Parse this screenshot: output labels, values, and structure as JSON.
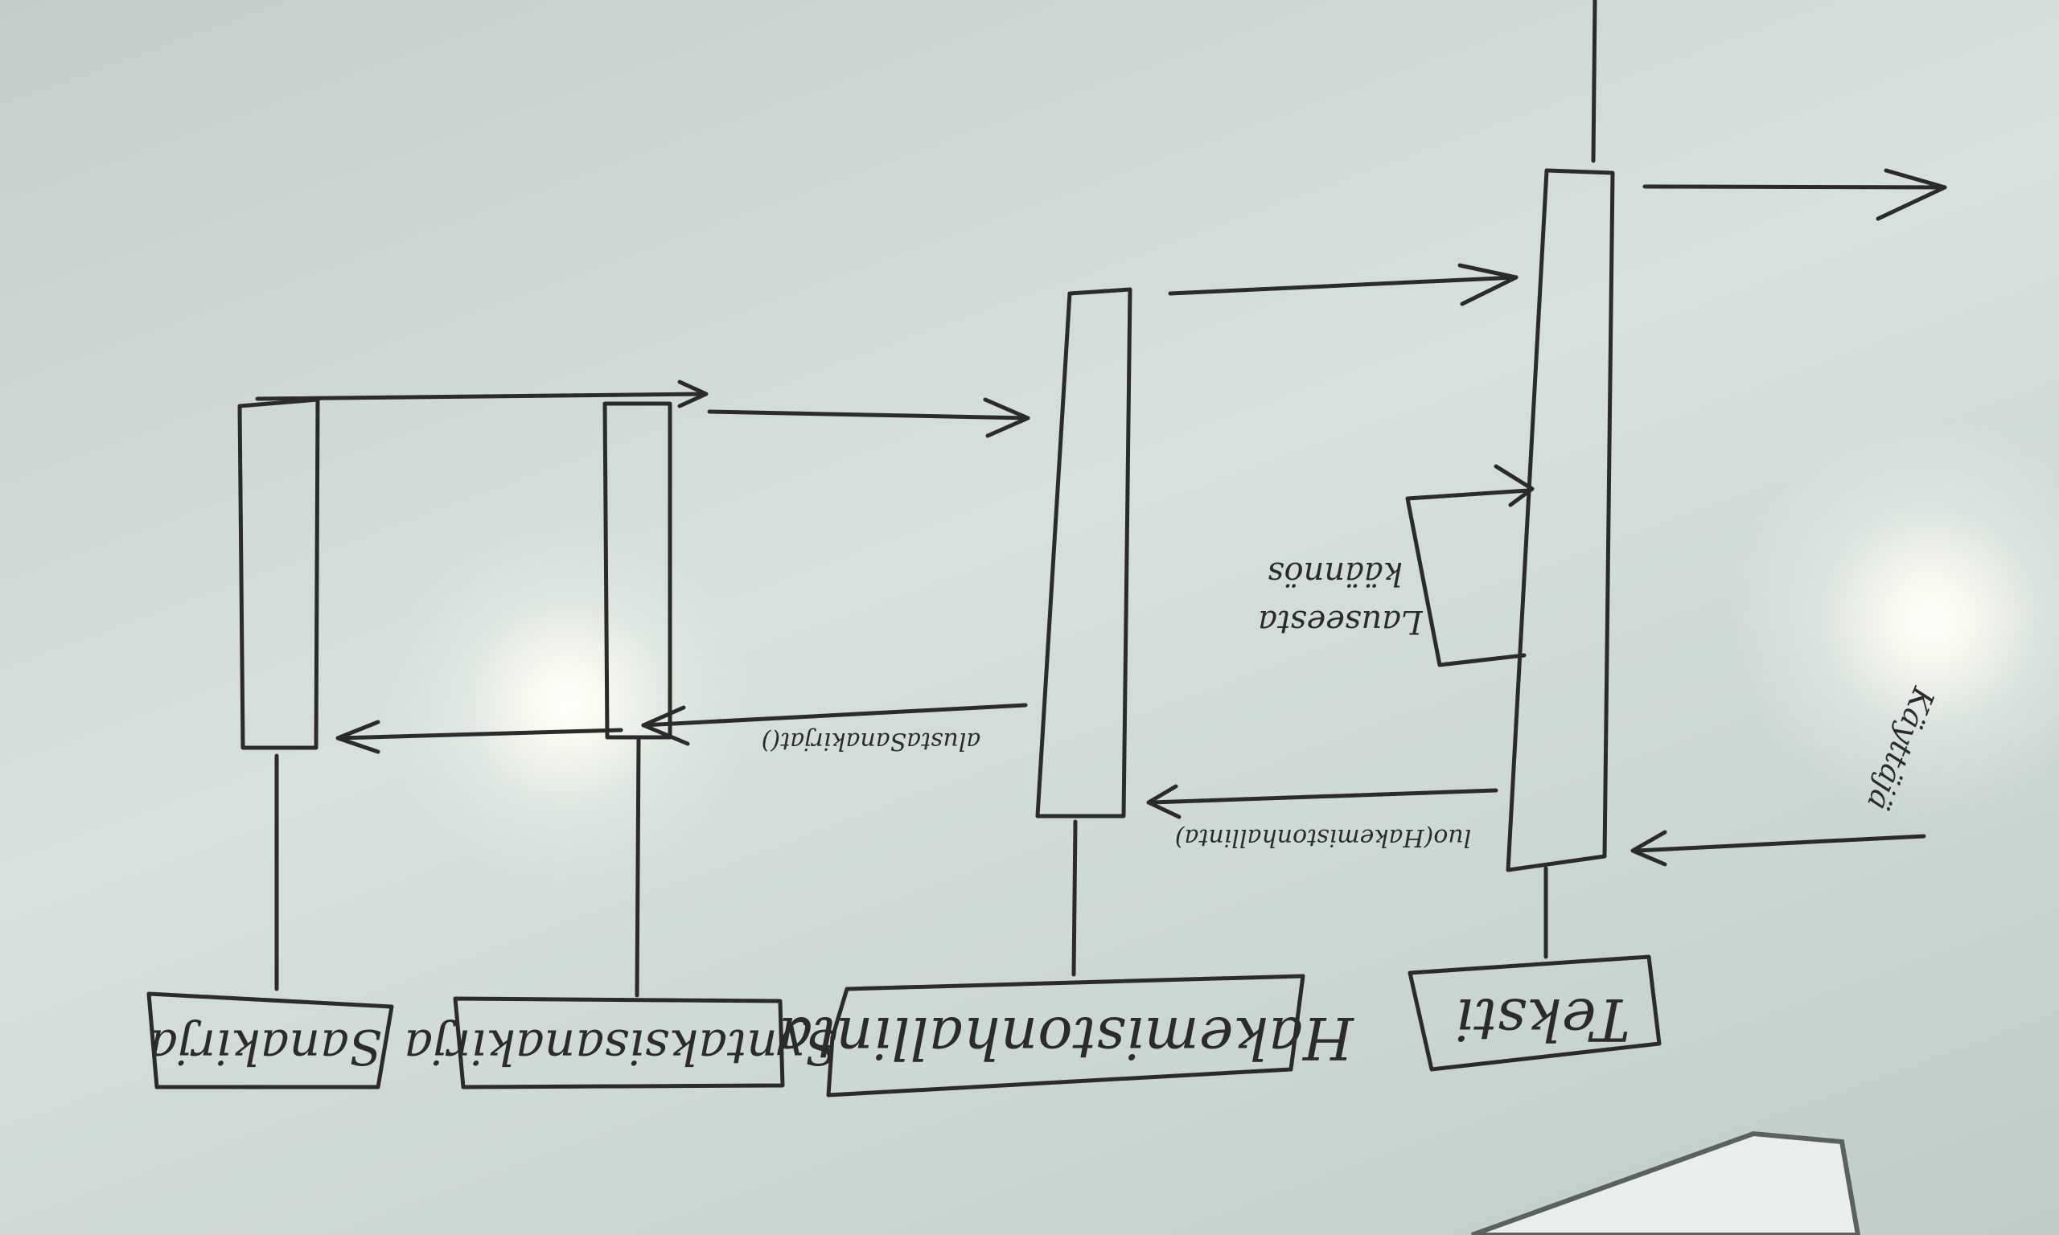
{
  "diagram": {
    "participants": [
      {
        "name": "Sanakirja"
      },
      {
        "name": "Syntaksisanakirja"
      },
      {
        "name": "Hakemistonhallinta"
      },
      {
        "name": "Teksti"
      }
    ],
    "messages": [
      {
        "text": "luo(Hakemistonhallinta)"
      },
      {
        "text": "alustaSanakirjat()"
      },
      {
        "text": "Lauseesta käännös"
      },
      {
        "text": "Käyttäjä"
      }
    ]
  }
}
